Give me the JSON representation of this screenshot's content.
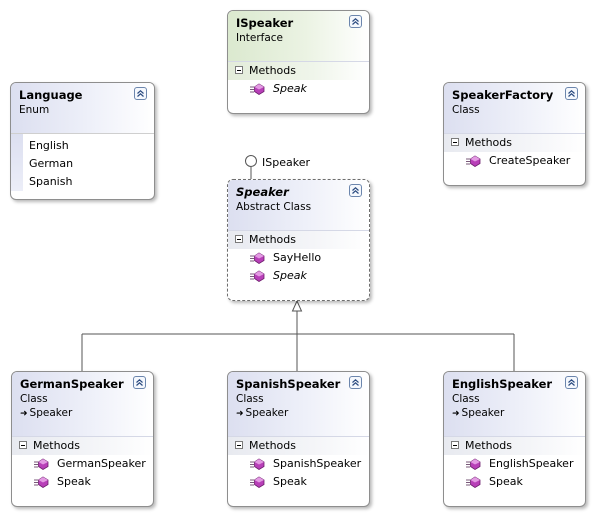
{
  "diagram": {
    "ispeaker_box": {
      "title": "ISpeaker",
      "kind": "Interface",
      "section": "Methods",
      "members": [
        "Speak"
      ]
    },
    "language_box": {
      "title": "Language",
      "kind": "Enum",
      "values": [
        "English",
        "German",
        "Spanish"
      ]
    },
    "speakerfactory_box": {
      "title": "SpeakerFactory",
      "kind": "Class",
      "section": "Methods",
      "members": [
        "CreateSpeaker"
      ]
    },
    "speaker_box": {
      "title": "Speaker",
      "kind": "Abstract Class",
      "section": "Methods",
      "members": [
        "SayHello",
        "Speak"
      ],
      "lollipop_label": "ISpeaker"
    },
    "germanspeaker_box": {
      "title": "GermanSpeaker",
      "kind": "Class",
      "base": "Speaker",
      "section": "Methods",
      "members": [
        "GermanSpeaker",
        "Speak"
      ]
    },
    "spanishspeaker_box": {
      "title": "SpanishSpeaker",
      "kind": "Class",
      "base": "Speaker",
      "section": "Methods",
      "members": [
        "SpanishSpeaker",
        "Speak"
      ]
    },
    "englishspeaker_box": {
      "title": "EnglishSpeaker",
      "kind": "Class",
      "base": "Speaker",
      "section": "Methods",
      "members": [
        "EnglishSpeaker",
        "Speak"
      ]
    }
  },
  "icons": {
    "collapse": "double-chevron-up-icon",
    "method": "method-icon",
    "section_toggle": "minus-icon",
    "inheritance": "arrow-right-icon"
  },
  "colors": {
    "class_header": "#dcdff0",
    "interface_header": "#dbe9cf",
    "method_icon": "#b83fb8",
    "border": "#8e8e8e"
  }
}
